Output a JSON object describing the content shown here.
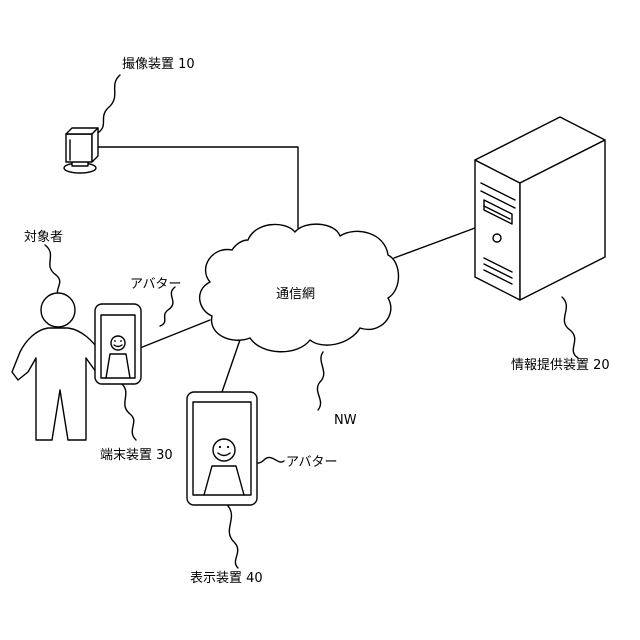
{
  "labels": {
    "camera": "撮像装置 10",
    "subject": "対象者",
    "avatar_phone": "アバター",
    "network": "通信網",
    "server": "情報提供装置 20",
    "network_ref": "NW",
    "terminal": "端末装置 30",
    "avatar_display": "アバター",
    "display": "表示装置 40"
  }
}
